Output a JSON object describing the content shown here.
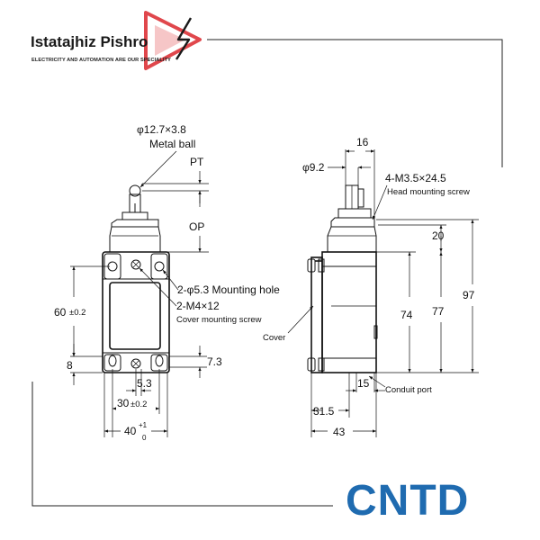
{
  "brand": {
    "name": "Istatajhiz Pishro",
    "tagline": "ELECTRICITY AND AUTOMATION ARE OUR SPECIALITY",
    "logo_color": "#e0474c"
  },
  "logo": {
    "text": "CNTD",
    "color": "#1f6bb0"
  },
  "front_view": {
    "ball_dim": "φ12.7×3.8",
    "ball_label": "Metal ball",
    "pt": "PT",
    "op": "OP",
    "mount_hole": "2-φ5.3 Mounting hole",
    "cover_screw_dim": "2-M4×12",
    "cover_screw_label": "Cover mounting screw",
    "dim_60": "60",
    "dim_60_tol": "±0.2",
    "dim_8": "8",
    "dim_7_3": "7.3",
    "dim_5_3": "5.3",
    "dim_30": "30",
    "dim_30_tol": "±0.2",
    "dim_40": "40",
    "dim_40_tol_up": "+1",
    "dim_40_tol_low": "0"
  },
  "side_view": {
    "dim_16": "16",
    "dim_phi": "φ9.2",
    "head_screw_dim": "4-M3.5×24.5",
    "head_screw_label": "Head mounting screw",
    "dim_20": "20",
    "dim_74": "74",
    "dim_77": "77",
    "dim_97": "97",
    "cover": "Cover",
    "dim_15": "15",
    "conduit": "Conduit port",
    "dim_31_5": "31.5",
    "dim_43": "43"
  }
}
